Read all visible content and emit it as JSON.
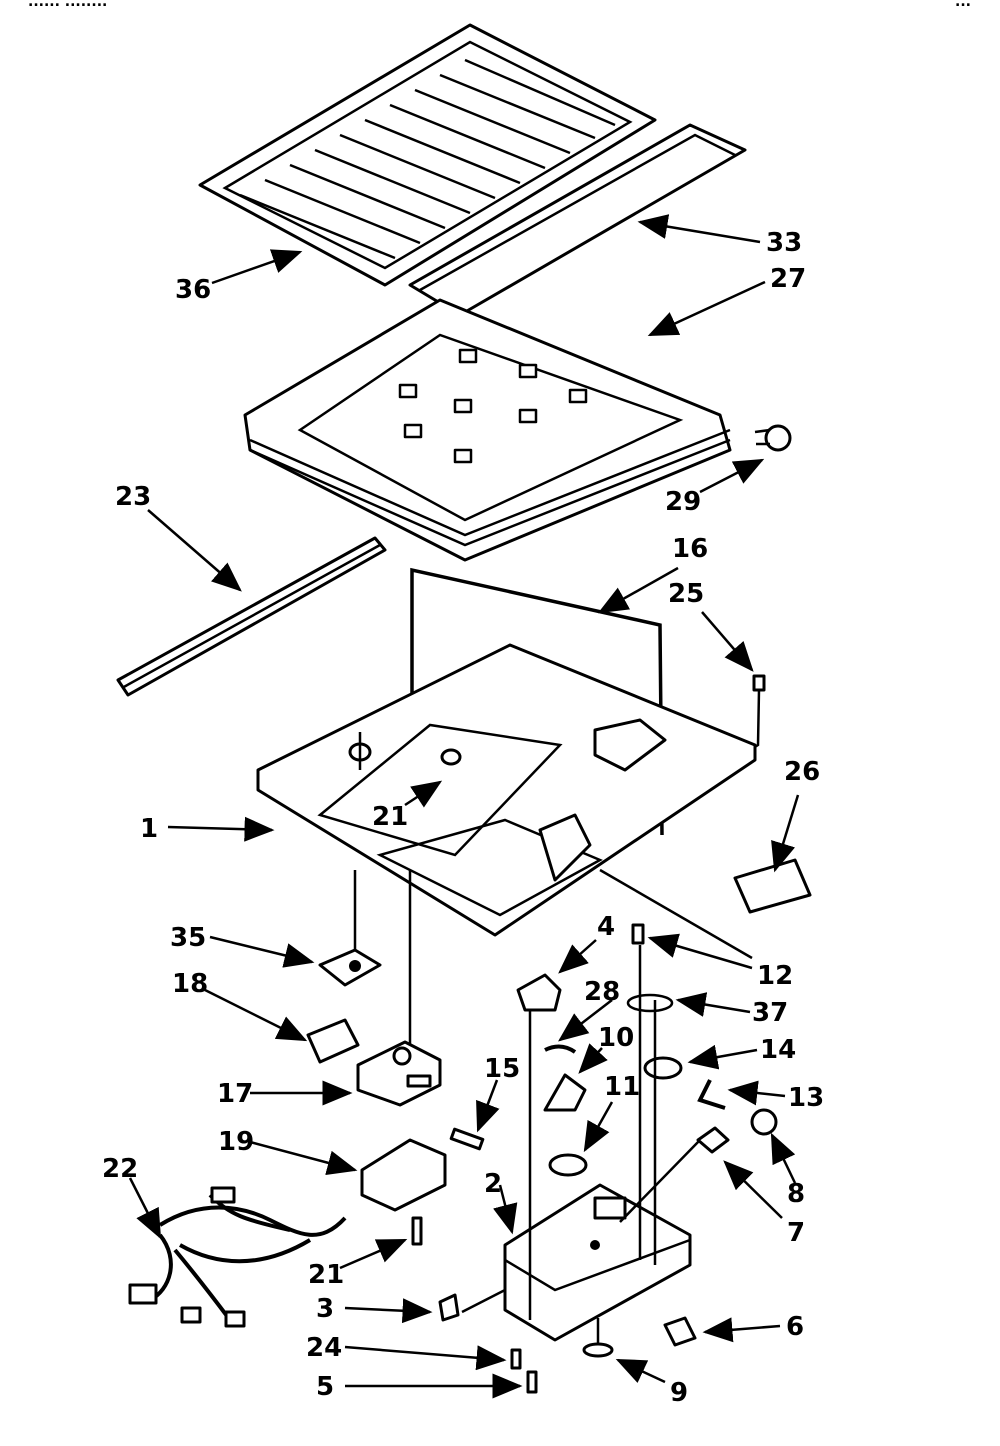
{
  "header": {
    "left": "......  ........",
    "mid": "'",
    "right": "..."
  },
  "labels": {
    "p36": "36",
    "p33": "33",
    "p27": "27",
    "p29": "29",
    "p23": "23",
    "p16": "16",
    "p25": "25",
    "p26": "26",
    "p1": "1",
    "p21a": "21",
    "p35": "35",
    "p4": "4",
    "p12": "12",
    "p18": "18",
    "p28": "28",
    "p37": "37",
    "p10": "10",
    "p14": "14",
    "p17": "17",
    "p15": "15",
    "p11": "11",
    "p13": "13",
    "p19": "19",
    "p22": "22",
    "p2": "2",
    "p8": "8",
    "p7": "7",
    "p21b": "21",
    "p3": "3",
    "p6": "6",
    "p24": "24",
    "p5": "5",
    "p9": "9"
  }
}
